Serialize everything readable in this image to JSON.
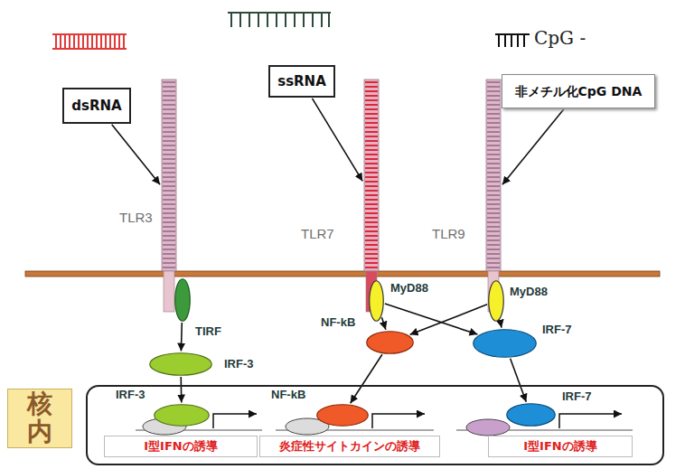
{
  "diagram": {
    "nodes": [
      {
        "text": [
          "dsRNA"
        ]
      },
      {
        "text": [
          "ssRNA"
        ]
      },
      {
        "text": [
          "非メチル化CpG DNA"
        ]
      },
      {
        "text": [
          "TLR3"
        ]
      },
      {
        "text": [
          "TLR7"
        ]
      },
      {
        "text": [
          "TLR9"
        ]
      },
      {
        "text": [
          "TIRF"
        ]
      },
      {
        "text": [
          "MyD88"
        ]
      },
      {
        "text": [
          "MyD88"
        ]
      },
      {
        "text": [
          "IRF-3"
        ]
      },
      {
        "text": [
          "NF-kB"
        ]
      },
      {
        "text": [
          "IRF-7"
        ]
      },
      {
        "text": [
          "核内"
        ]
      },
      {
        "text": [
          "IRF-3"
        ],
        "in": 12
      },
      {
        "text": [
          "NF-kB"
        ],
        "in": 12
      },
      {
        "text": [
          "IRF-7"
        ],
        "in": 12
      },
      {
        "text": [
          "Ⅰ型IFNの誘導"
        ],
        "in": 12
      },
      {
        "text": [
          "炎症性サイトカインの誘導"
        ],
        "in": 12
      },
      {
        "text": [
          "Ⅰ型IFNの誘導"
        ],
        "in": 12
      }
    ],
    "edges": [
      {
        "from": 0,
        "to": 3,
        "arrow": "to"
      },
      {
        "from": 1,
        "to": 4,
        "arrow": "to"
      },
      {
        "from": 2,
        "to": 5,
        "arrow": "to"
      },
      {
        "from": 6,
        "to": 9,
        "arrow": "to"
      },
      {
        "from": 7,
        "to": 10,
        "arrow": "to"
      },
      {
        "from": 7,
        "to": 11,
        "arrow": "to"
      },
      {
        "from": 8,
        "to": 10,
        "arrow": "to"
      },
      {
        "from": 8,
        "to": 11,
        "arrow": "to"
      },
      {
        "from": 9,
        "to": 13,
        "arrow": "to"
      },
      {
        "from": 10,
        "to": 14,
        "arrow": "to"
      },
      {
        "from": 11,
        "to": 15,
        "arrow": "to"
      }
    ],
    "labels": [
      "CpG -"
    ]
  }
}
